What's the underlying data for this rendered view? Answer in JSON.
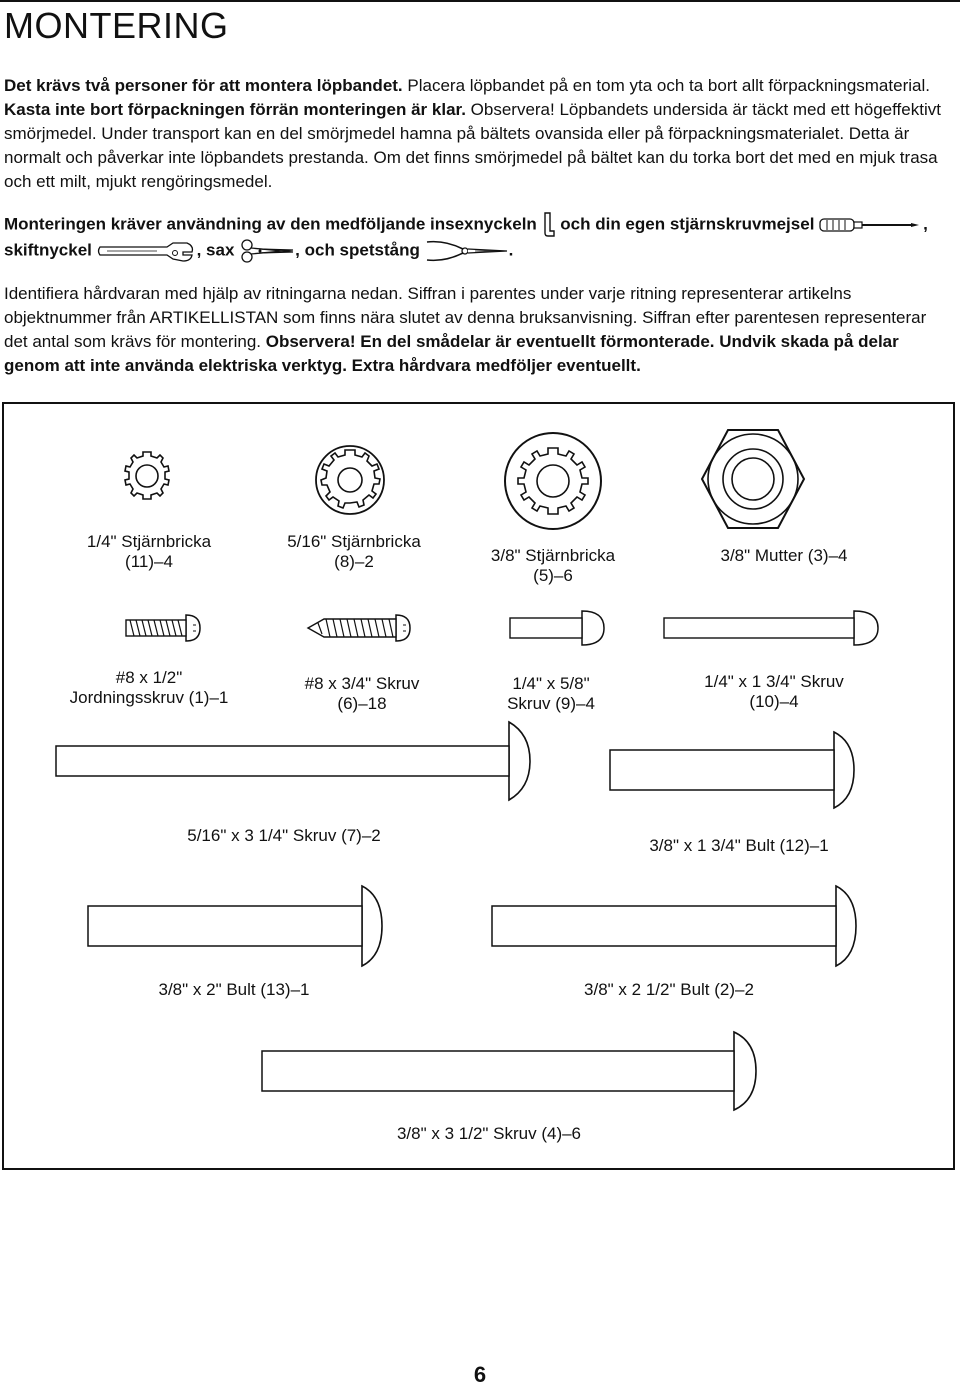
{
  "page": {
    "title": "MONTERING",
    "page_number": "6"
  },
  "intro": {
    "bold_lead": "Det krävs två personer för att montera löpbandet.",
    "text_a": " Placera löpbandet på en tom yta och ta bort allt förpack­ningsmaterial. ",
    "bold_b": "Kasta inte bort förpackningen förrän monteringen är klar.",
    "text_c": " Observera! Löpbandets undersida är täckt med ett högeffektivt smörjmedel. Under transport kan en del smörjmedel hamna på bältets ovansida eller på förpackningsmaterialet. Detta är normalt och påverkar inte löpbandets prestanda. Om det finns smörjmedel på bältet kan du torka bort det med en mjuk trasa och ett milt, mjukt rengöringsmedel."
  },
  "tools": {
    "text_1": "Monteringen kräver användning av den medföljande insexnyckeln ",
    "text_2": " och din egen stjärnskruvmejsel ",
    "text_3": ", skiftnyckel ",
    "text_4": ", sax ",
    "text_5": ", och spetstång ",
    "text_6": ".",
    "icons": [
      "hex-key-icon",
      "screwdriver-icon",
      "adjustable-wrench-icon",
      "scissors-icon",
      "needle-nose-pliers-icon"
    ]
  },
  "identify": {
    "text_a": "Identifiera hårdvaran med hjälp av ritningarna nedan. Siffran i parentes under varje ritning representerar artikelns objektnummer från ARTIKELLISTAN som finns nära slutet av denna bruksanvisning. Siffran efter parentesen rep­resenterar det antal som krävs för montering. ",
    "bold_b": "Observera! En del smådelar är eventuellt förmonterade. Undvik skada på delar genom att inte använda elektriska verktyg. Extra hårdvara medföljer eventuellt."
  },
  "hardware": {
    "washer_14": [
      "1/4\" Stjärnbricka",
      "(11)–4"
    ],
    "washer_516": [
      "5/16\" Stjärnbricka",
      "(8)–2"
    ],
    "washer_38": [
      "3/8\" Stjärnbricka",
      "(5)–6"
    ],
    "nut_38": [
      "3/8\" Mutter (3)–4"
    ],
    "ground_screw": [
      "#8 x 1/2\"",
      "Jordningsskruv (1)–1"
    ],
    "screw_8_34": [
      "#8 x 3/4\" Skruv",
      "(6)–18"
    ],
    "screw_14_58": [
      "1/4\" x 5/8\"",
      "Skruv (9)–4"
    ],
    "screw_14_134": [
      "1/4\" x 1 3/4\" Skruv",
      "(10)–4"
    ],
    "screw_516_314": [
      "5/16\" x 3 1/4\" Skruv (7)–2"
    ],
    "bolt_38_134": [
      "3/8\" x 1 3/4\" Bult (12)–1"
    ],
    "bolt_38_2": [
      "3/8\" x 2\" Bult (13)–1"
    ],
    "bolt_38_212": [
      "3/8\" x 2 1/2\" Bult (2)–2"
    ],
    "screw_38_312": [
      "3/8\" x 3 1/2\" Skruv (4)–6"
    ]
  }
}
